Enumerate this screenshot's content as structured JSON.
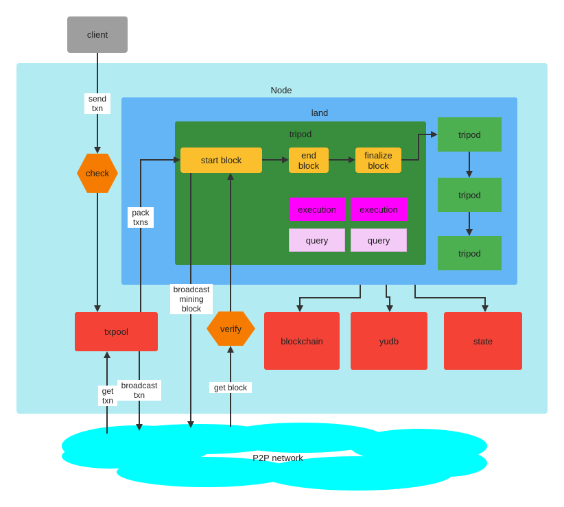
{
  "nodes": {
    "client": "client",
    "node": "Node",
    "land": "land",
    "tripod_main": "tripod",
    "start_block": "start block",
    "end_block": "end\nblock",
    "finalize_block": "finalize\nblock",
    "execution_1": "execution",
    "execution_2": "execution",
    "query_1": "query",
    "query_2": "query",
    "tripod_1": "tripod",
    "tripod_2": "tripod",
    "tripod_3": "tripod",
    "check": "check",
    "txpool": "txpool",
    "verify": "verify",
    "blockchain": "blockchain",
    "yudb": "yudb",
    "state": "state",
    "p2p": "P2P network"
  },
  "edges": {
    "send_txn": "send\ntxn",
    "pack_txns": "pack\ntxns",
    "broadcast_mining_block": "broadcast\nmining\nblock",
    "get_txn": "get\ntxn",
    "broadcast_txn": "broadcast\ntxn",
    "get_block": "get block"
  },
  "colors": {
    "node_bg": "#b3ebf2",
    "land_bg": "#64b5f6",
    "tripod_bg": "#388e3c",
    "cloud": "#00ffff"
  }
}
